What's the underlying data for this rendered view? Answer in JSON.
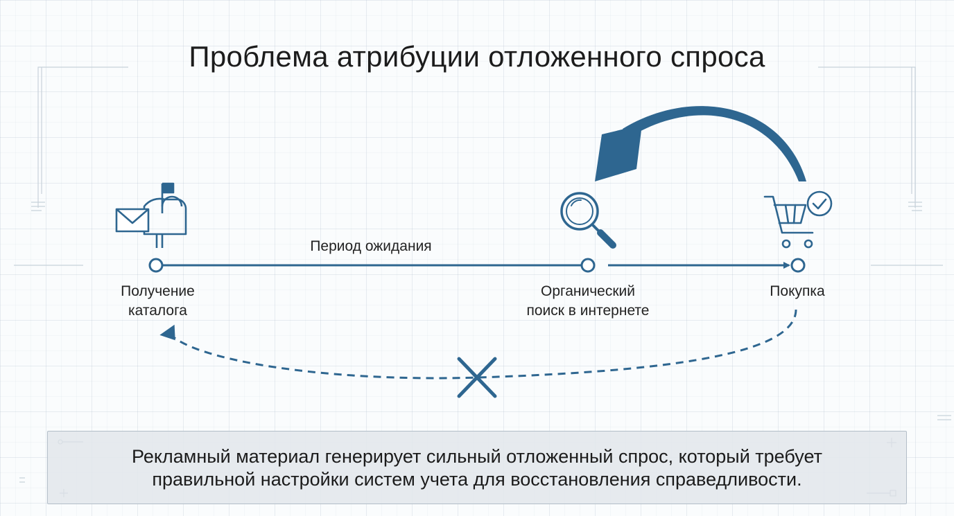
{
  "title": "Проблема атрибуции отложенного спроса",
  "timeline": {
    "period_label": "Период ожидания",
    "stages": [
      {
        "label": "Получение\nкаталога",
        "icon": "mailbox-icon"
      },
      {
        "label": "Органический\nпоиск в интернете",
        "icon": "magnifier-icon"
      },
      {
        "label": "Покупка",
        "icon": "shopping-cart-check-icon"
      }
    ]
  },
  "caption": "Рекламный материал генерирует сильный отложенный спрос, который требует\nправильной настройки систем учета для восстановления справедливости.",
  "colors": {
    "primary": "#2e6690",
    "text": "#1e1e1e",
    "caption_background": "#e2e7ec",
    "grid": "#dfe6ec"
  }
}
